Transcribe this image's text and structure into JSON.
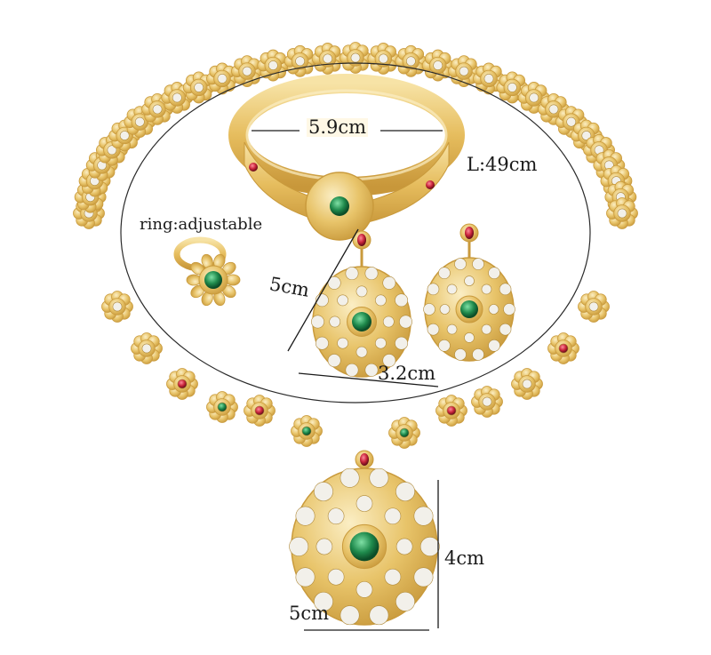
{
  "dimensions": {
    "bangle_width": "5.9cm",
    "necklace_length": "L:49cm",
    "ring": "ring:adjustable",
    "earring_height": "5cm",
    "earring_width": "3.2cm",
    "pendant_height": "4cm",
    "pendant_width": "5cm"
  },
  "colors": {
    "gold": "#e8c46a",
    "gold_dark": "#c99a3c",
    "gold_light": "#f6e2a8",
    "emerald": "#1f8a4c",
    "ruby": "#c8243a",
    "rhinestone": "#f2f0ea",
    "background": "#ffffff"
  }
}
